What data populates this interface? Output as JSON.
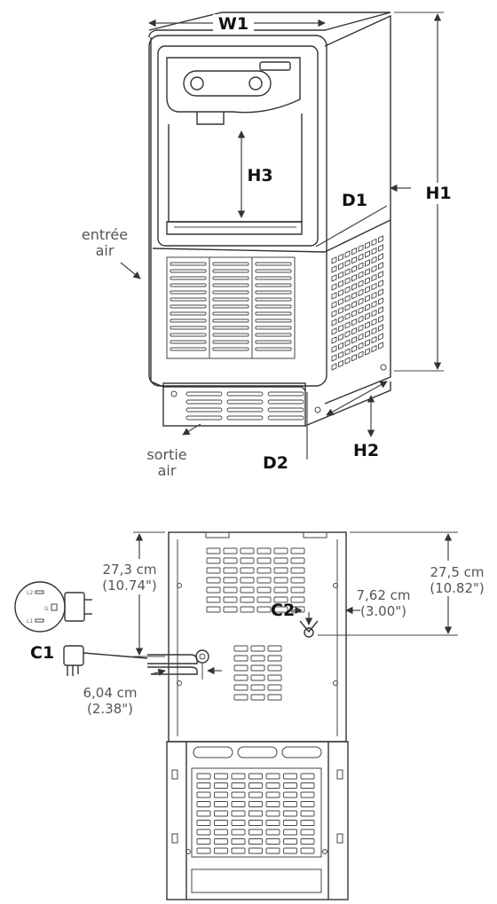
{
  "front_view": {
    "labels": {
      "w1": "W1",
      "h1": "H1",
      "h2": "H2",
      "h3": "H3",
      "d1": "D1",
      "d2": "D2",
      "air_in_line1": "entrée",
      "air_in_line2": "air",
      "air_out_line1": "sortie",
      "air_out_line2": "air"
    }
  },
  "rear_view": {
    "labels": {
      "c1": "C1",
      "c2": "C2",
      "plug_l2": "L2",
      "plug_g": "G",
      "plug_l1": "L1"
    },
    "dimensions": {
      "left_height_metric": "27,3 cm",
      "left_height_imperial": "(10.74\")",
      "right_height_metric": "27,5 cm",
      "right_height_imperial": "(10.82\")",
      "c2_offset_metric": "7,62 cm",
      "c2_offset_imperial": "(3.00\")",
      "c1_offset_metric": "6,04 cm",
      "c1_offset_imperial": "(2.38\")"
    }
  }
}
